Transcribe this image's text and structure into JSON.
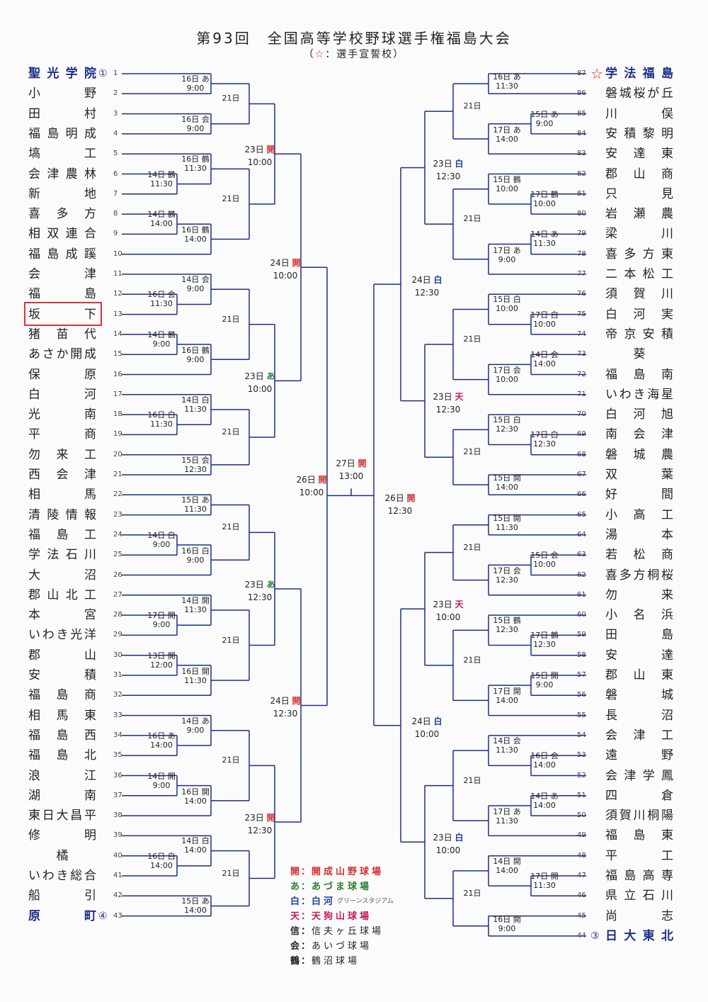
{
  "header": {
    "title": "第93回　全国高等学校野球選手権福島大会",
    "subtitle_open": "（",
    "subtitle_star": "☆",
    "subtitle_rest": "：選手宣誓校）"
  },
  "colors": {
    "bracket": "#1d2f8a",
    "kai": "#d32f2f",
    "azuma": "#2e7d32",
    "shiro": "#1f3fa0",
    "ten": "#c2185b",
    "highlight": "#d9333f"
  },
  "left_teams": [
    {
      "n": "1",
      "name": "聖光学院",
      "seed": "①"
    },
    {
      "n": "2",
      "name": "小　野"
    },
    {
      "n": "3",
      "name": "田　村"
    },
    {
      "n": "4",
      "name": "福島明成"
    },
    {
      "n": "5",
      "name": "塙　工"
    },
    {
      "n": "6",
      "name": "会津農林"
    },
    {
      "n": "7",
      "name": "新　地"
    },
    {
      "n": "8",
      "name": "喜多方"
    },
    {
      "n": "9",
      "name": "相双連合"
    },
    {
      "n": "10",
      "name": "福島成蹊"
    },
    {
      "n": "11",
      "name": "会　津"
    },
    {
      "n": "12",
      "name": "福　島"
    },
    {
      "n": "13",
      "name": "坂　下"
    },
    {
      "n": "14",
      "name": "猪苗代"
    },
    {
      "n": "15",
      "name": "あさか開成"
    },
    {
      "n": "16",
      "name": "保　原"
    },
    {
      "n": "17",
      "name": "白　河"
    },
    {
      "n": "18",
      "name": "光　南"
    },
    {
      "n": "19",
      "name": "平　商"
    },
    {
      "n": "20",
      "name": "勿来工"
    },
    {
      "n": "21",
      "name": "西会津"
    },
    {
      "n": "22",
      "name": "相　馬"
    },
    {
      "n": "23",
      "name": "清陵情報"
    },
    {
      "n": "24",
      "name": "福島工"
    },
    {
      "n": "25",
      "name": "学法石川"
    },
    {
      "n": "26",
      "name": "大　沼"
    },
    {
      "n": "27",
      "name": "郡山北工"
    },
    {
      "n": "28",
      "name": "本　宮"
    },
    {
      "n": "29",
      "name": "いわき光洋"
    },
    {
      "n": "30",
      "name": "郡　山"
    },
    {
      "n": "31",
      "name": "安　積"
    },
    {
      "n": "32",
      "name": "福島商"
    },
    {
      "n": "33",
      "name": "相馬東"
    },
    {
      "n": "34",
      "name": "福島西"
    },
    {
      "n": "35",
      "name": "福島北"
    },
    {
      "n": "36",
      "name": "浪　江"
    },
    {
      "n": "37",
      "name": "湖　南"
    },
    {
      "n": "38",
      "name": "東日大昌平"
    },
    {
      "n": "39",
      "name": "修　明"
    },
    {
      "n": "40",
      "name": "橘"
    },
    {
      "n": "41",
      "name": "いわき総合"
    },
    {
      "n": "42",
      "name": "船　引"
    },
    {
      "n": "43",
      "name": "原　町",
      "seed": "④"
    }
  ],
  "right_teams": [
    {
      "n": "87",
      "name": "学法福島",
      "seed": "☆"
    },
    {
      "n": "86",
      "name": "磐城桜が丘"
    },
    {
      "n": "85",
      "name": "川　俣"
    },
    {
      "n": "84",
      "name": "安積黎明"
    },
    {
      "n": "83",
      "name": "安達東"
    },
    {
      "n": "82",
      "name": "郡山商"
    },
    {
      "n": "81",
      "name": "只　見"
    },
    {
      "n": "80",
      "name": "岩瀬農"
    },
    {
      "n": "79",
      "name": "梁　川"
    },
    {
      "n": "78",
      "name": "喜多方東"
    },
    {
      "n": "77",
      "name": "二本松工"
    },
    {
      "n": "76",
      "name": "須賀川"
    },
    {
      "n": "75",
      "name": "白河実"
    },
    {
      "n": "74",
      "name": "帝京安積"
    },
    {
      "n": "73",
      "name": "葵"
    },
    {
      "n": "72",
      "name": "福島南"
    },
    {
      "n": "71",
      "name": "いわき海星"
    },
    {
      "n": "70",
      "name": "白河旭"
    },
    {
      "n": "69",
      "name": "南会津"
    },
    {
      "n": "68",
      "name": "磐城農"
    },
    {
      "n": "67",
      "name": "双　葉"
    },
    {
      "n": "66",
      "name": "好　間"
    },
    {
      "n": "65",
      "name": "小高工"
    },
    {
      "n": "64",
      "name": "湯　本"
    },
    {
      "n": "63",
      "name": "若松商"
    },
    {
      "n": "62",
      "name": "喜多方桐桜"
    },
    {
      "n": "61",
      "name": "勿　来"
    },
    {
      "n": "60",
      "name": "小名浜"
    },
    {
      "n": "59",
      "name": "田　島"
    },
    {
      "n": "58",
      "name": "安　達"
    },
    {
      "n": "57",
      "name": "郡山東"
    },
    {
      "n": "56",
      "name": "磐　城"
    },
    {
      "n": "55",
      "name": "長　沼"
    },
    {
      "n": "54",
      "name": "会津工"
    },
    {
      "n": "53",
      "name": "遠　野"
    },
    {
      "n": "52",
      "name": "会津学鳳"
    },
    {
      "n": "51",
      "name": "四　倉"
    },
    {
      "n": "50",
      "name": "須賀川桐陽"
    },
    {
      "n": "49",
      "name": "福島東"
    },
    {
      "n": "48",
      "name": "平　工"
    },
    {
      "n": "47",
      "name": "福島高専"
    },
    {
      "n": "46",
      "name": "県立石川"
    },
    {
      "n": "45",
      "name": "尚　志"
    },
    {
      "n": "44",
      "name": "日大東北",
      "seed": "③"
    }
  ],
  "left_games": [
    [
      "16日 あ",
      "9:00"
    ],
    [
      "16日 会",
      "9:00"
    ],
    [
      "14日 鶴",
      "11:30"
    ],
    [
      "16日 鶴",
      "11:30"
    ],
    [
      "14日 鶴",
      "14:00"
    ],
    [
      "16日 鶴",
      "14:00"
    ],
    [
      "16日 会",
      "11:30"
    ],
    [
      "14日 会",
      "9:00"
    ],
    [
      "14日 鶴",
      "9:00"
    ],
    [
      "16日 鶴",
      "9:00"
    ],
    [
      "16日 白",
      "11:30"
    ],
    [
      "14日 白",
      "11:30"
    ],
    [
      "15日 会",
      "12:30"
    ],
    [
      "15日 あ",
      "11:30"
    ],
    [
      "14日 白",
      "9:00"
    ],
    [
      "16日 白",
      "9:00"
    ],
    [
      "17日 開",
      "9:00"
    ],
    [
      "14日 開",
      "11:30"
    ],
    [
      "13日 開",
      "12:00"
    ],
    [
      "16日 開",
      "11:30"
    ],
    [
      "16日 あ",
      "14:00"
    ],
    [
      "14日 あ",
      "9:00"
    ],
    [
      "14日 開",
      "9:00"
    ],
    [
      "16日 開",
      "14:00"
    ],
    [
      "16日 白",
      "14:00"
    ],
    [
      "14日 白",
      "14:00"
    ],
    [
      "15日 あ",
      "14:00"
    ]
  ],
  "right_games": [
    [
      "16日 あ",
      "11:30"
    ],
    [
      "15日 あ",
      "9:00"
    ],
    [
      "17日 あ",
      "14:00"
    ],
    [
      "17日 鶴",
      "10:00"
    ],
    [
      "15日 鶴",
      "10:00"
    ],
    [
      "14日 あ",
      "11:30"
    ],
    [
      "17日 あ",
      "9:00"
    ],
    [
      "17日 白",
      "10:00"
    ],
    [
      "15日 白",
      "10:00"
    ],
    [
      "14日 会",
      "14:00"
    ],
    [
      "17日 会",
      "10:00"
    ],
    [
      "17日 白",
      "12:30"
    ],
    [
      "15日 白",
      "12:30"
    ],
    [
      "15日 開",
      "14:00"
    ],
    [
      "15日 開",
      "11:30"
    ],
    [
      "15日 会",
      "10:00"
    ],
    [
      "17日 会",
      "12:30"
    ],
    [
      "17日 鶴",
      "12:30"
    ],
    [
      "15日 鶴",
      "12:30"
    ],
    [
      "15日 開",
      "9:00"
    ],
    [
      "17日 開",
      "14:00"
    ],
    [
      "16日 会",
      "14:00"
    ],
    [
      "14日 会",
      "11:30"
    ],
    [
      "14日 あ",
      "14:00"
    ],
    [
      "17日 あ",
      "11:30"
    ],
    [
      "17日 開",
      "11:30"
    ],
    [
      "14日 開",
      "14:00"
    ],
    [
      "16日 開",
      "9:00"
    ]
  ],
  "round21": "21日",
  "r23": [
    {
      "d": "23日",
      "v": "開",
      "t": "10:00"
    },
    {
      "d": "23日",
      "v": "あ",
      "t": "10:00"
    },
    {
      "d": "23日",
      "v": "あ",
      "t": "12:30"
    },
    {
      "d": "23日",
      "v": "開",
      "t": "12:30"
    },
    {
      "d": "23日",
      "v": "白",
      "t": "12:30"
    },
    {
      "d": "23日",
      "v": "天",
      "t": "12:30"
    },
    {
      "d": "23日",
      "v": "天",
      "t": "10:00"
    },
    {
      "d": "23日",
      "v": "白",
      "t": "10:00"
    }
  ],
  "r24": [
    {
      "d": "24日",
      "v": "開",
      "t": "10:00"
    },
    {
      "d": "24日",
      "v": "開",
      "t": "12:30"
    },
    {
      "d": "24日",
      "v": "白",
      "t": "12:30"
    },
    {
      "d": "24日",
      "v": "白",
      "t": "10:00"
    }
  ],
  "r26": [
    {
      "d": "26日",
      "v": "開",
      "t": "10:00"
    },
    {
      "d": "26日",
      "v": "開",
      "t": "12:30"
    }
  ],
  "final": {
    "d": "27日",
    "v": "開",
    "t": "13:00"
  },
  "legend": [
    {
      "k": "開",
      "sep": "：",
      "v": "開成山野球場",
      "c": "kai"
    },
    {
      "k": "あ",
      "sep": "：",
      "v": "あづま球場",
      "c": "a"
    },
    {
      "k": "白",
      "sep": "：",
      "v": "白河",
      "small": "グリーンスタジアム",
      "c": "shiro"
    },
    {
      "k": "天",
      "sep": "：",
      "v": "天狗山球場",
      "c": "ten"
    },
    {
      "k": "信",
      "sep": "：",
      "v": "信夫ヶ丘球場",
      "c": ""
    },
    {
      "k": "会",
      "sep": "：",
      "v": "あいづ球場",
      "c": ""
    },
    {
      "k": "鶴",
      "sep": "：",
      "v": "鶴沼球場",
      "c": ""
    }
  ]
}
